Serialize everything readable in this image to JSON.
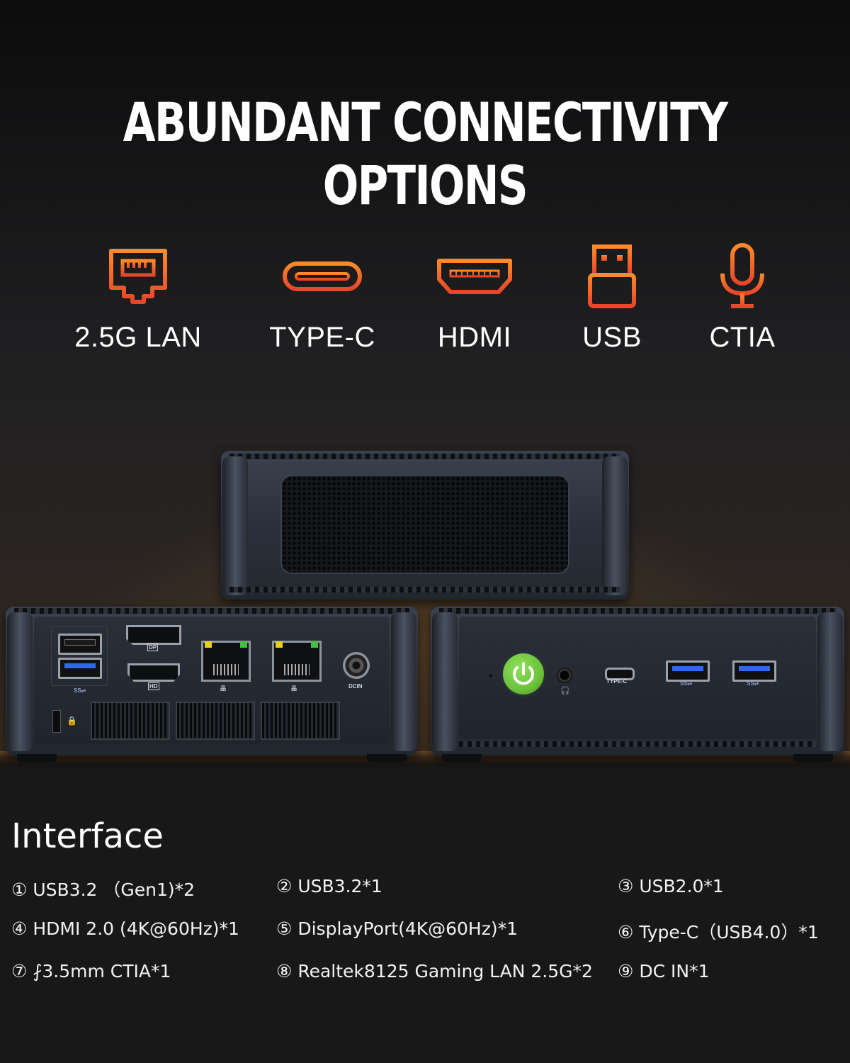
{
  "headline": "ABUNDANT CONNECTIVITY OPTIONS",
  "features": [
    {
      "label": "2.5G LAN",
      "icon": "ethernet-port-icon"
    },
    {
      "label": "TYPE-C",
      "icon": "usb-c-port-icon"
    },
    {
      "label": "HDMI",
      "icon": "hdmi-port-icon"
    },
    {
      "label": "USB",
      "icon": "usb-plug-icon"
    },
    {
      "label": "CTIA",
      "icon": "microphone-icon"
    }
  ],
  "icon_colors": {
    "gradient_top": "#ff7a2a",
    "gradient_bottom": "#e8452a"
  },
  "port_labels": {
    "dp": "DP",
    "hd": "HD",
    "dcin": "DCIN",
    "typec": "TYPE-C"
  },
  "interface": {
    "title": "Interface",
    "specs": [
      "① USB3.2 （Gen1)*2",
      "② USB3.2*1",
      "③ USB2.0*1",
      "④ HDMI 2.0 (4K@60Hz)*1",
      "⑤ DisplayPort(4K@60Hz)*1",
      "⑥ Type-C（USB4.0）*1",
      "⑦ ⨏3.5mm CTIA*1",
      "⑧ Realtek8125 Gaming LAN 2.5G*2",
      "⑨ DC IN*1"
    ]
  },
  "colors": {
    "power_button": "#6cc23a",
    "usb3_blue": "#2f6be0",
    "led_yellow": "#e6d21c",
    "led_green": "#3fc23c"
  }
}
